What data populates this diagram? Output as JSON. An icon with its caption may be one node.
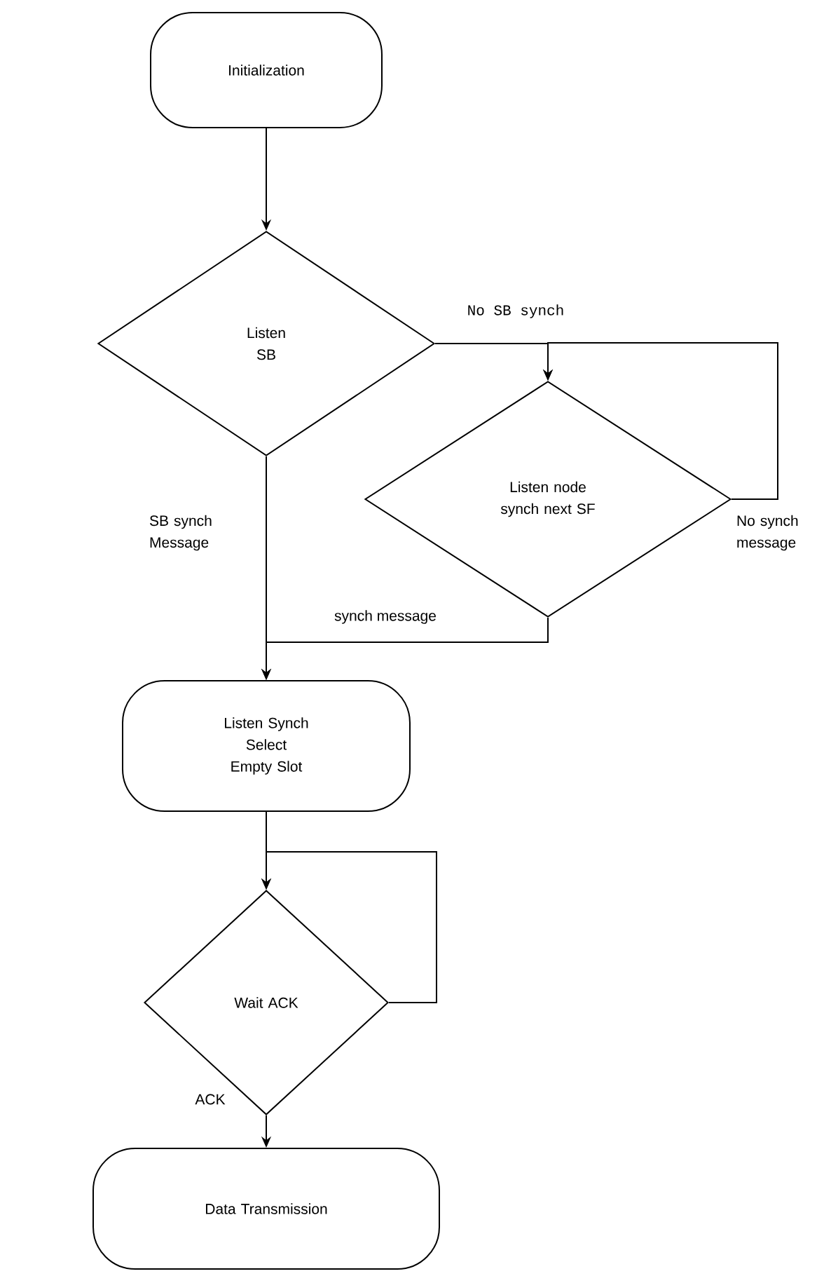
{
  "diagram": {
    "nodes": [
      {
        "text": [
          "Initialization"
        ]
      },
      {
        "text": [
          "Listen SB"
        ]
      },
      {
        "text": [
          "Listen node synch next SF"
        ]
      },
      {
        "text": [
          "Listen Synch Select Empty Slot"
        ]
      },
      {
        "text": [
          "Wait ACK"
        ]
      },
      {
        "text": [
          "Data Transmission"
        ]
      }
    ],
    "edges": [
      {
        "from": 0,
        "to": 1,
        "arrow": "to"
      },
      {
        "from": 1,
        "to": 2,
        "arrow": "to",
        "label": "No SB synch"
      },
      {
        "from": 2,
        "to": 2,
        "arrow": "to",
        "label": "No synch message"
      },
      {
        "from": 2,
        "to": 3,
        "arrow": "to",
        "label": "synch message"
      },
      {
        "from": 1,
        "to": 3,
        "arrow": "to",
        "label": "SB synch Message"
      },
      {
        "from": 3,
        "to": 4,
        "arrow": "to"
      },
      {
        "from": 4,
        "to": 4,
        "arrow": "to"
      },
      {
        "from": 4,
        "to": 5,
        "arrow": "to",
        "label": "ACK"
      }
    ]
  }
}
